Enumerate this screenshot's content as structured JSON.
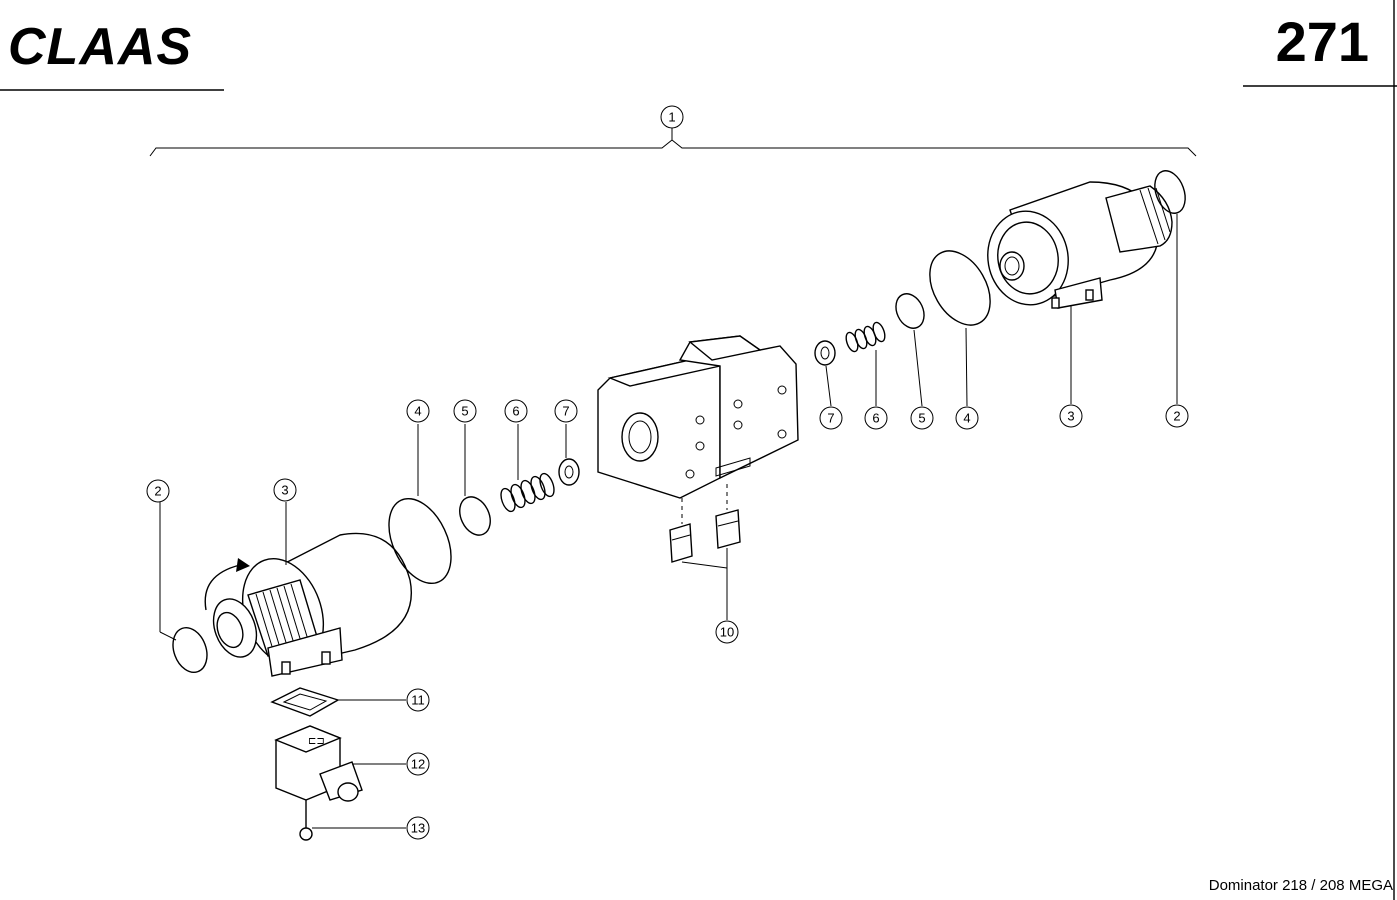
{
  "header": {
    "brand": "CLAAS",
    "page_number": "271"
  },
  "footer": {
    "model": "Dominator 218 / 208 MEGA"
  },
  "callouts": {
    "c1": "1",
    "c2_left": "2",
    "c3_left": "3",
    "c4_left": "4",
    "c5_left": "5",
    "c6_left": "6",
    "c7_left": "7",
    "c7_right": "7",
    "c6_right": "6",
    "c5_right": "5",
    "c4_right": "4",
    "c3_right": "3",
    "c2_right": "2",
    "c10": "10",
    "c11": "11",
    "c12": "12",
    "c13": "13"
  }
}
